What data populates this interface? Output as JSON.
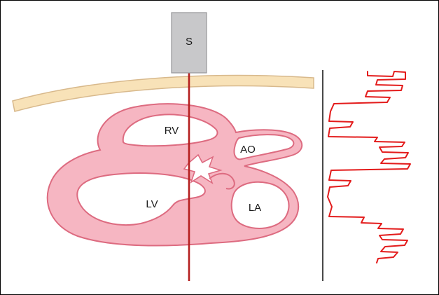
{
  "figure": {
    "type": "m-mode-echocardiography-schematic",
    "description": "Schematic of transthoracic M-mode echocardiography: transducer on chest wall, ultrasound beam through heart chambers, M-mode trace at right"
  },
  "labels": {
    "transducer": "S",
    "right_ventricle": "RV",
    "aorta": "AO",
    "left_ventricle": "LV",
    "left_atrium": "LA"
  },
  "colors": {
    "background": "#ffffff",
    "border": "#000000",
    "heart_fill": "#f6b6c2",
    "heart_outline": "#dd6b80",
    "chamber_fill": "#ffffff",
    "chest_wall_fill": "#f8e2b8",
    "chest_wall_outline": "#d8b98c",
    "transducer_fill": "#c8c8ca",
    "transducer_outline": "#96969a",
    "beam_line": "#b51f1f",
    "trace_line": "#e31b1b",
    "axis_line": "#1a1a1a",
    "label_text": "#1a1a1a"
  },
  "trace": {
    "points": [
      [
        524,
        101
      ],
      [
        524,
        107
      ],
      [
        560,
        108
      ],
      [
        562,
        101
      ],
      [
        578,
        102
      ],
      [
        578,
        112
      ],
      [
        538,
        113
      ],
      [
        536,
        120
      ],
      [
        574,
        121
      ],
      [
        572,
        128
      ],
      [
        524,
        129
      ],
      [
        521,
        137
      ],
      [
        556,
        138
      ],
      [
        552,
        145
      ],
      [
        476,
        147
      ],
      [
        471,
        158
      ],
      [
        469,
        172
      ],
      [
        503,
        173
      ],
      [
        499,
        180
      ],
      [
        470,
        182
      ],
      [
        468,
        194
      ],
      [
        538,
        195
      ],
      [
        534,
        201
      ],
      [
        577,
        202
      ],
      [
        573,
        208
      ],
      [
        541,
        209
      ],
      [
        545,
        216
      ],
      [
        582,
        217
      ],
      [
        578,
        224
      ],
      [
        548,
        226
      ],
      [
        543,
        232
      ],
      [
        585,
        233
      ],
      [
        581,
        240
      ],
      [
        472,
        242
      ],
      [
        469,
        256
      ],
      [
        500,
        257
      ],
      [
        496,
        264
      ],
      [
        470,
        266
      ],
      [
        467,
        280
      ],
      [
        473,
        294
      ],
      [
        469,
        308
      ],
      [
        519,
        309
      ],
      [
        515,
        317
      ],
      [
        544,
        318
      ],
      [
        539,
        325
      ],
      [
        575,
        326
      ],
      [
        571,
        333
      ],
      [
        541,
        335
      ],
      [
        545,
        341
      ],
      [
        581,
        342
      ],
      [
        577,
        349
      ],
      [
        549,
        351
      ],
      [
        543,
        358
      ],
      [
        567,
        359
      ],
      [
        561,
        366
      ],
      [
        539,
        368
      ],
      [
        537,
        374
      ]
    ]
  }
}
